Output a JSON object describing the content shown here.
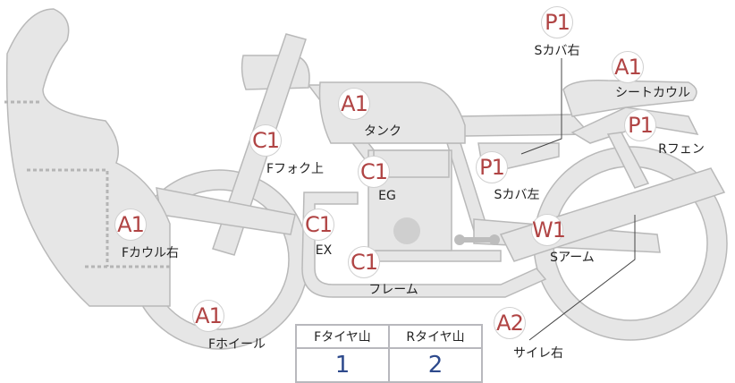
{
  "markers": [
    {
      "code": "P1",
      "label": "Sカバ右"
    },
    {
      "code": "A1",
      "label": "シートカウル"
    },
    {
      "code": "P1",
      "label": "Rフェン"
    },
    {
      "code": "A1",
      "label": "タンク"
    },
    {
      "code": "C1",
      "label": "Fフォク上"
    },
    {
      "code": "C1",
      "label": "EG"
    },
    {
      "code": "P1",
      "label": "Sカバ左"
    },
    {
      "code": "C1",
      "label": "EX"
    },
    {
      "code": "W1",
      "label": "Sアーム"
    },
    {
      "code": "C1",
      "label": "フレーム"
    },
    {
      "code": "A1",
      "label": "Fカウル右"
    },
    {
      "code": "A1",
      "label": "Fホイール"
    },
    {
      "code": "A2",
      "label": "サイレ右"
    }
  ],
  "tire_table": {
    "headers": [
      "Fタイヤ山",
      "Rタイヤ山"
    ],
    "values": [
      "1",
      "2"
    ]
  },
  "colors": {
    "marker": "#b04444",
    "table_value": "#2e4a8c",
    "part_fill": "#e6e6e6"
  }
}
